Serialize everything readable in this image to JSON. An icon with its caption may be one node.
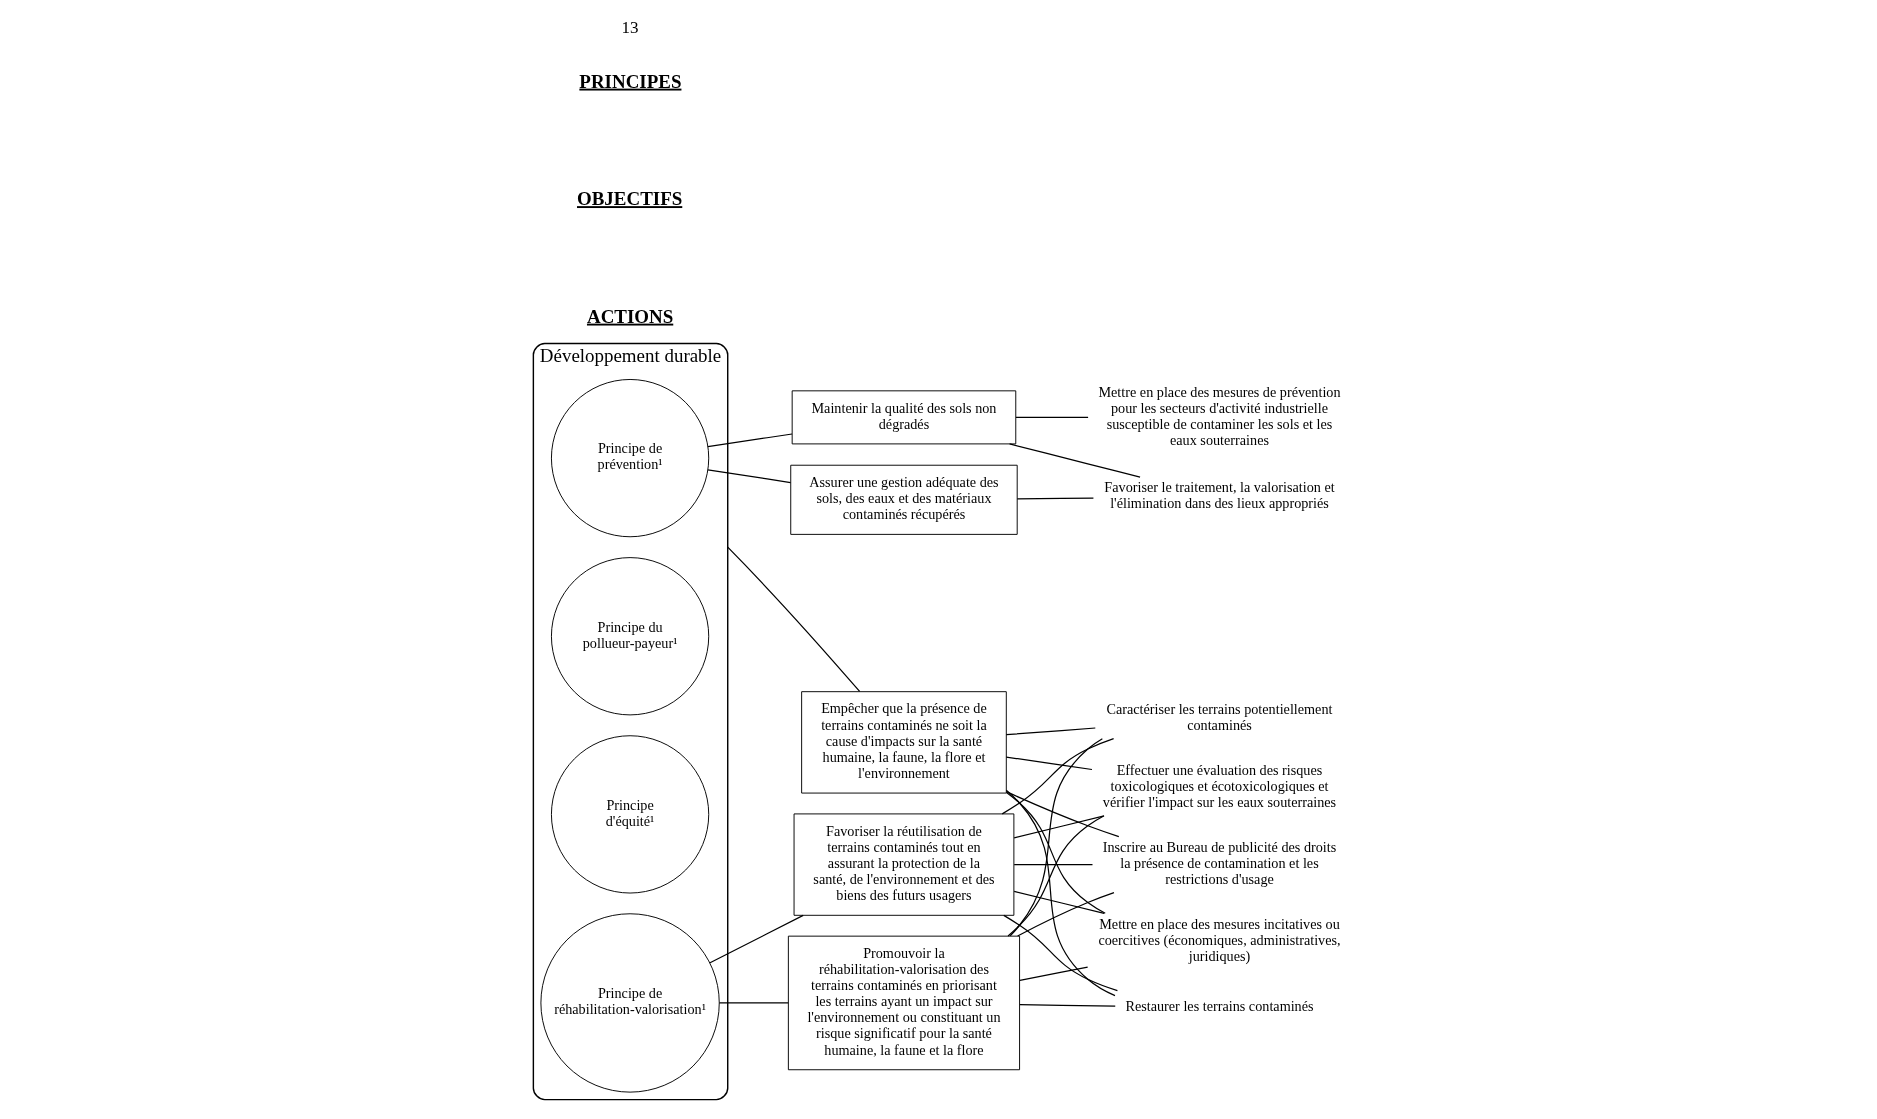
{
  "diagram": {
    "nodes": [
      {
        "text": [
          "Développement durable"
        ]
      },
      {
        "text": [
          "Principe de prévention¹"
        ],
        "in": 0
      },
      {
        "text": [
          "Principe du pollueur-payeur¹"
        ],
        "in": 0
      },
      {
        "text": [
          "Principe d'équité¹"
        ],
        "in": 0
      },
      {
        "text": [
          "Principe de réhabilitation-valorisation¹"
        ],
        "in": 0
      },
      {
        "text": [
          "Maintenir la qualité des sols non dégradés"
        ]
      },
      {
        "text": [
          "Assurer une gestion adéquate des sols, des eaux et des matériaux contaminés récupérés"
        ]
      },
      {
        "text": [
          "Empêcher que la présence de terrains contaminés ne soit la cause d'impacts sur la santé humaine, la faune, la flore et l'environnement"
        ]
      },
      {
        "text": [
          "Favoriser la réutilisation de terrains contaminés tout en assurant la protection de la santé, de l'environnement et des biens des futurs usagers"
        ]
      },
      {
        "text": [
          "Promouvoir la réhabilitation-valorisation des terrains contaminés en priorisant les terrains ayant un impact sur l'environnement ou constituant un risque significatif pour la santé humaine, la faune et la flore"
        ]
      },
      {
        "text": [
          "Mettre en place des mesures de prévention pour les secteurs d'activité industrielle susceptible de contaminer les sols et les eaux souterraines"
        ]
      },
      {
        "text": [
          "Favoriser le traitement, la valorisation et l'élimination dans des lieux appropriés"
        ]
      },
      {
        "text": [
          "Caractériser les terrains potentiellement contaminés"
        ]
      },
      {
        "text": [
          "Effectuer une évaluation des risques toxicologiques et écotoxicologiques et vérifier l'impact sur les eaux souterraines"
        ]
      },
      {
        "text": [
          "Inscrire au Bureau de publicité des droits la présence de contamination et les restrictions d'usage"
        ]
      },
      {
        "text": [
          "Mettre en place des mesures incitatives ou coercitives (économiques, administratives, juridiques)"
        ]
      },
      {
        "text": [
          "Restaurer les terrains contaminés"
        ]
      }
    ],
    "edges": [
      {
        "from": 1,
        "to": 5,
        "arrow": "none"
      },
      {
        "from": 1,
        "to": 6,
        "arrow": "none"
      },
      {
        "from": 0,
        "to": 7,
        "arrow": "none"
      },
      {
        "from": 4,
        "to": 8,
        "arrow": "none"
      },
      {
        "from": 4,
        "to": 9,
        "arrow": "none"
      },
      {
        "from": 5,
        "to": 10,
        "arrow": "none"
      },
      {
        "from": 5,
        "to": 11,
        "arrow": "none"
      },
      {
        "from": 6,
        "to": 11,
        "arrow": "none"
      },
      {
        "from": 7,
        "to": 12,
        "arrow": "none"
      },
      {
        "from": 7,
        "to": 13,
        "arrow": "none"
      },
      {
        "from": 7,
        "to": 14,
        "arrow": "none"
      },
      {
        "from": 7,
        "to": 15,
        "arrow": "none"
      },
      {
        "from": 7,
        "to": 16,
        "arrow": "none"
      },
      {
        "from": 8,
        "to": 12,
        "arrow": "none"
      },
      {
        "from": 8,
        "to": 13,
        "arrow": "none"
      },
      {
        "from": 8,
        "to": 14,
        "arrow": "none"
      },
      {
        "from": 8,
        "to": 15,
        "arrow": "none"
      },
      {
        "from": 8,
        "to": 16,
        "arrow": "none"
      },
      {
        "from": 9,
        "to": 12,
        "arrow": "none"
      },
      {
        "from": 9,
        "to": 13,
        "arrow": "none"
      },
      {
        "from": 9,
        "to": 14,
        "arrow": "none"
      },
      {
        "from": 9,
        "to": 15,
        "arrow": "none"
      },
      {
        "from": 9,
        "to": 16,
        "arrow": "none"
      }
    ],
    "labels": [
      "PRINCIPES",
      "OBJECTIFS",
      "ACTIONS",
      "13"
    ]
  }
}
